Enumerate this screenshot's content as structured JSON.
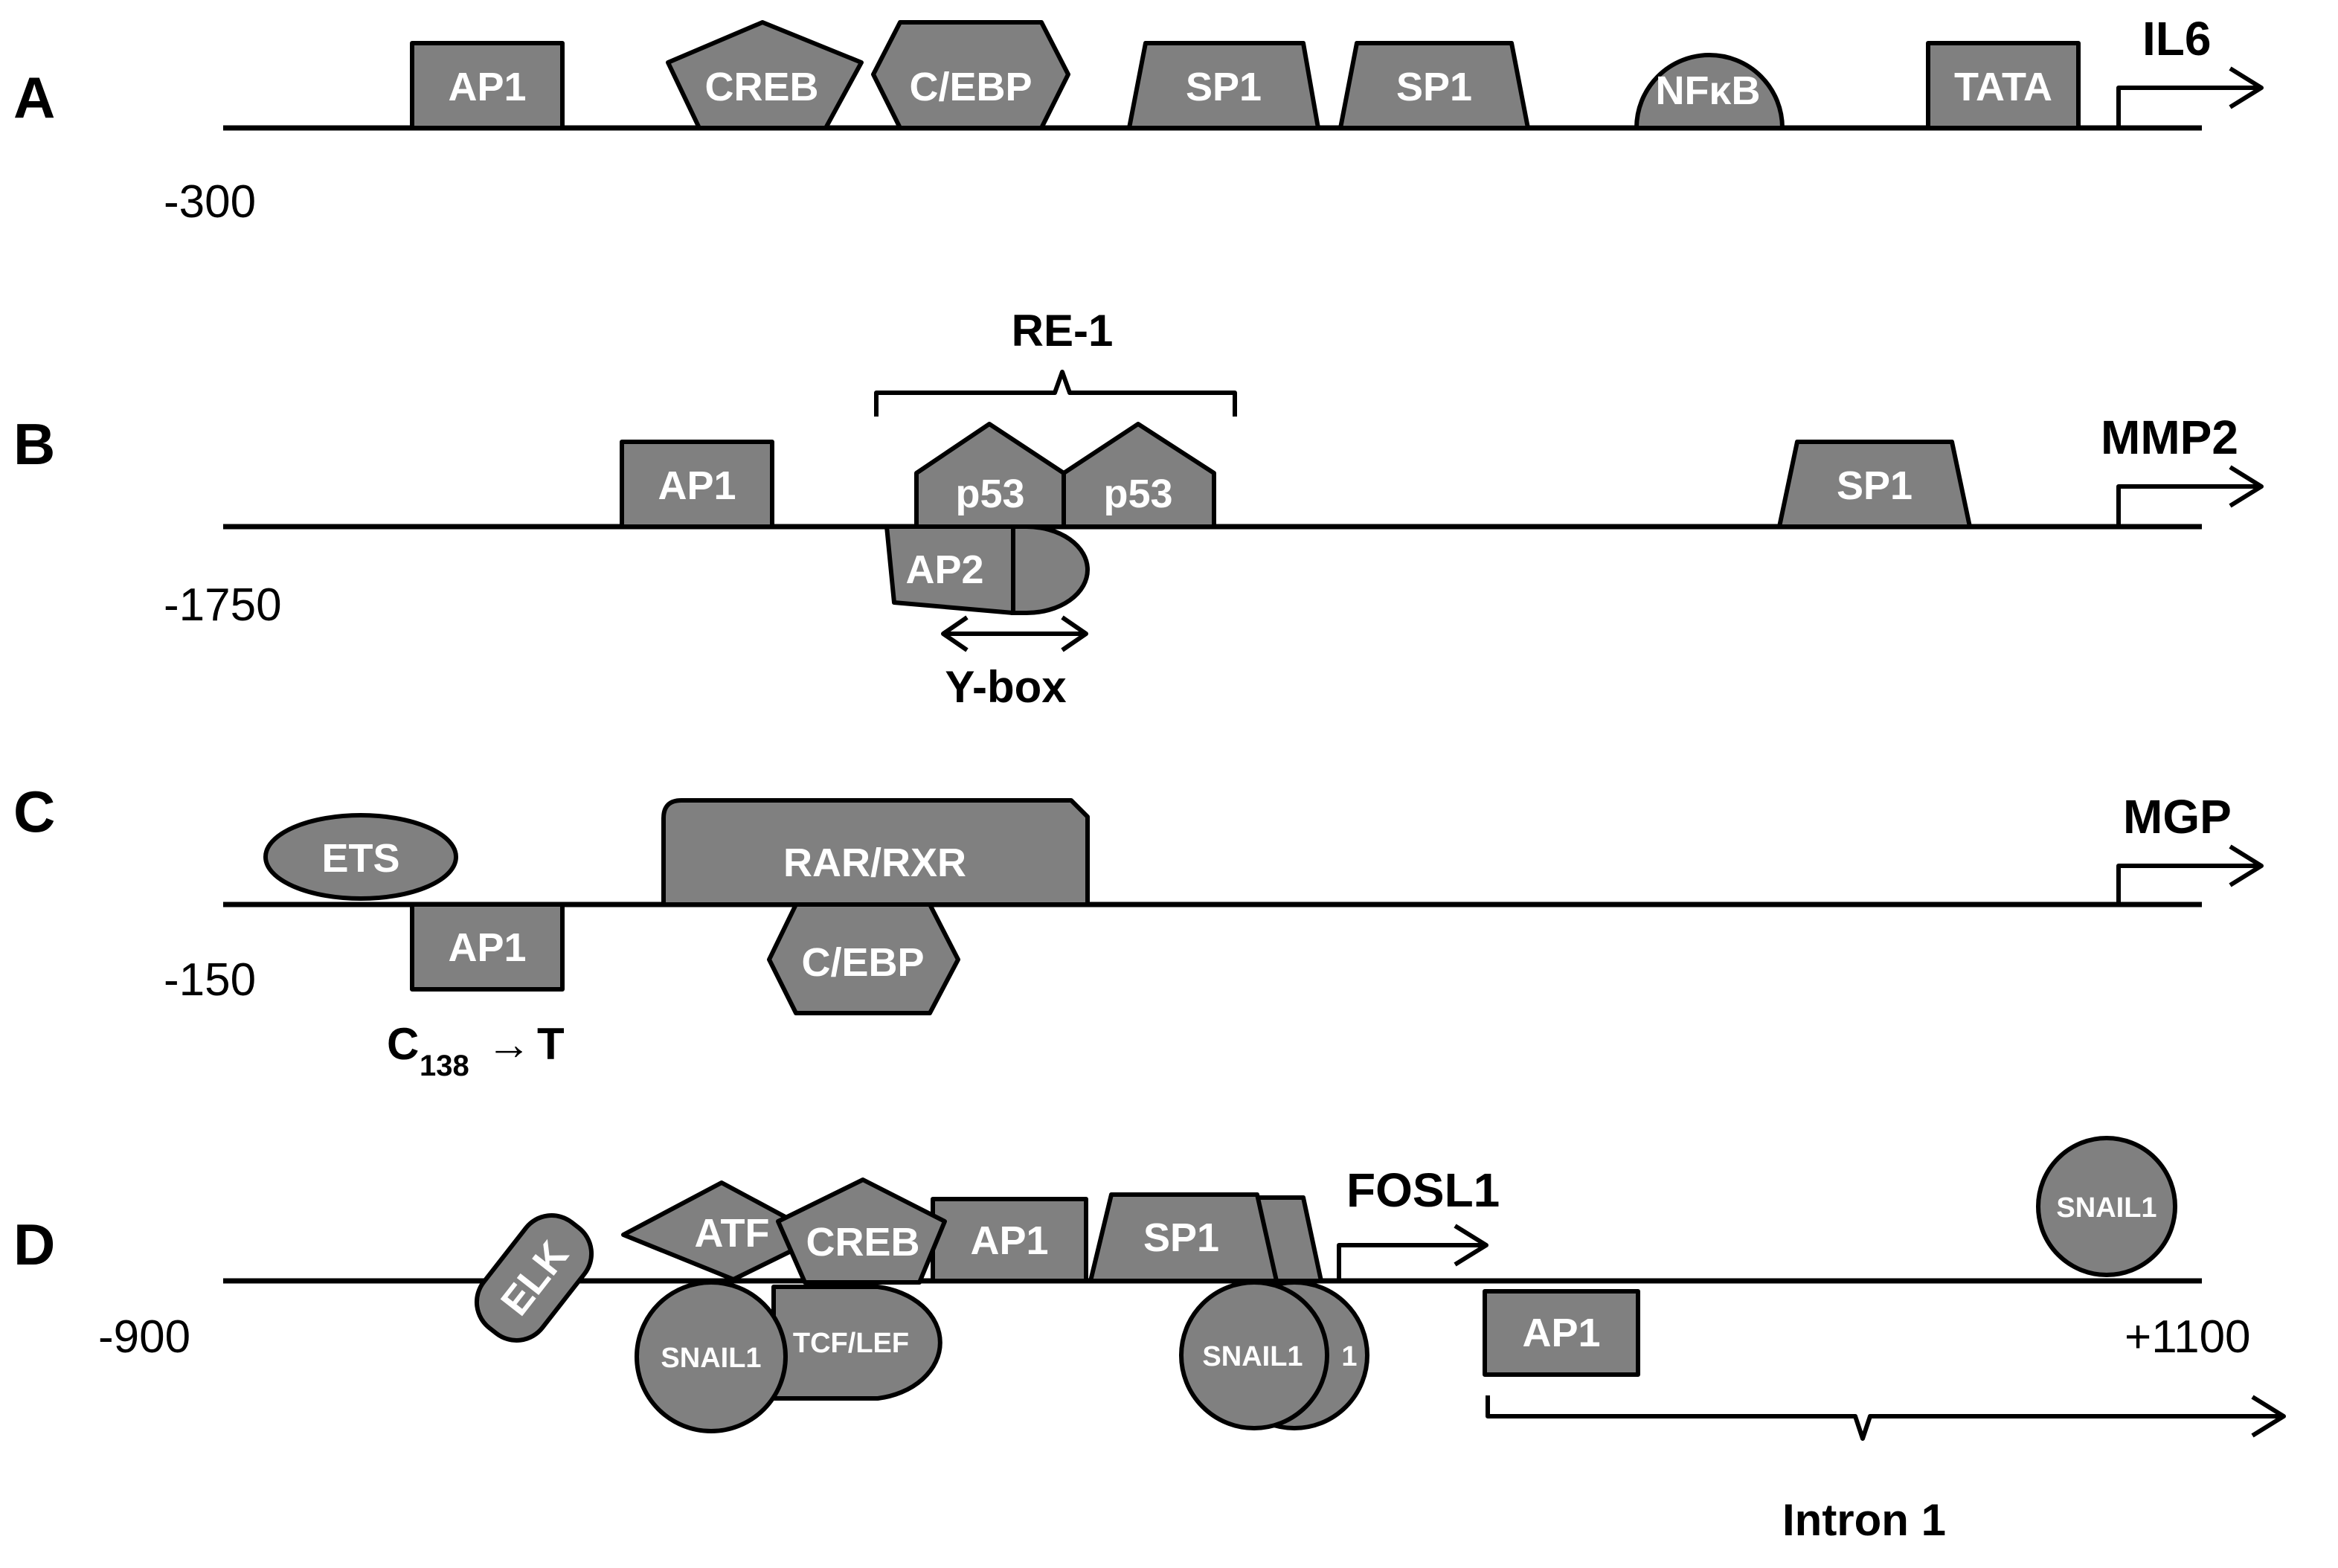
{
  "panels": {
    "a": {
      "letter": "A",
      "start": "-300",
      "gene": "IL6",
      "factors": [
        "AP1",
        "CREB",
        "C/EBP",
        "SP1",
        "SP1",
        "NFκB",
        "TATA"
      ]
    },
    "b": {
      "letter": "B",
      "start": "-1750",
      "gene": "MMP2",
      "factors": [
        "AP1",
        "p53",
        "p53",
        "SP1",
        "AP2"
      ],
      "element": "RE-1",
      "box": "Y-box"
    },
    "c": {
      "letter": "C",
      "start": "-150",
      "gene": "MGP",
      "factors": [
        "ETS",
        "RAR/RXR",
        "AP1",
        "C/EBP"
      ],
      "mutation": {
        "base": "C",
        "position": "138",
        "arrow": "→",
        "alt": "T"
      }
    },
    "d": {
      "letter": "D",
      "start": "-900",
      "end": "+1100",
      "gene": "FOSL1",
      "factors": [
        "ELK",
        "ATF",
        "CREB",
        "AP1",
        "SP1",
        "SNAIL1",
        "TCF/LEF",
        "SNAIL1",
        "1",
        "AP1",
        "SNAIL1"
      ],
      "intron": "Intron 1"
    }
  }
}
